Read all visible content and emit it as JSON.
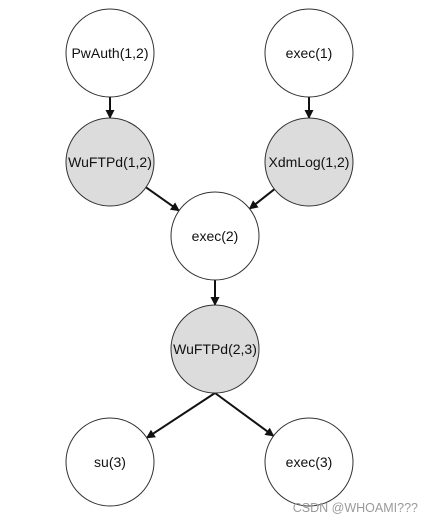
{
  "nodes": [
    {
      "id": "pwauth12",
      "label": "PwAuth(1,2)",
      "shaded": false
    },
    {
      "id": "exec1",
      "label": "exec(1)",
      "shaded": false
    },
    {
      "id": "wuftpd12",
      "label": "WuFTPd(1,2)",
      "shaded": true
    },
    {
      "id": "xdmlog12",
      "label": "XdmLog(1,2)",
      "shaded": true
    },
    {
      "id": "exec2",
      "label": "exec(2)",
      "shaded": false
    },
    {
      "id": "wuftpd23",
      "label": "WuFTPd(2,3)",
      "shaded": true
    },
    {
      "id": "su3",
      "label": "su(3)",
      "shaded": false
    },
    {
      "id": "exec3",
      "label": "exec(3)",
      "shaded": false
    }
  ],
  "edges": [
    {
      "from": "pwauth12",
      "to": "wuftpd12"
    },
    {
      "from": "exec1",
      "to": "xdmlog12"
    },
    {
      "from": "wuftpd12",
      "to": "exec2"
    },
    {
      "from": "xdmlog12",
      "to": "exec2"
    },
    {
      "from": "exec2",
      "to": "wuftpd23"
    },
    {
      "from": "wuftpd23",
      "to": "su3"
    },
    {
      "from": "wuftpd23",
      "to": "exec3"
    }
  ],
  "colors": {
    "shaded_fill": "#dcdcdc",
    "plain_fill": "#ffffff",
    "stroke": "#333333",
    "edge": "#111111"
  },
  "watermark": "CSDN @WHOAMI???"
}
